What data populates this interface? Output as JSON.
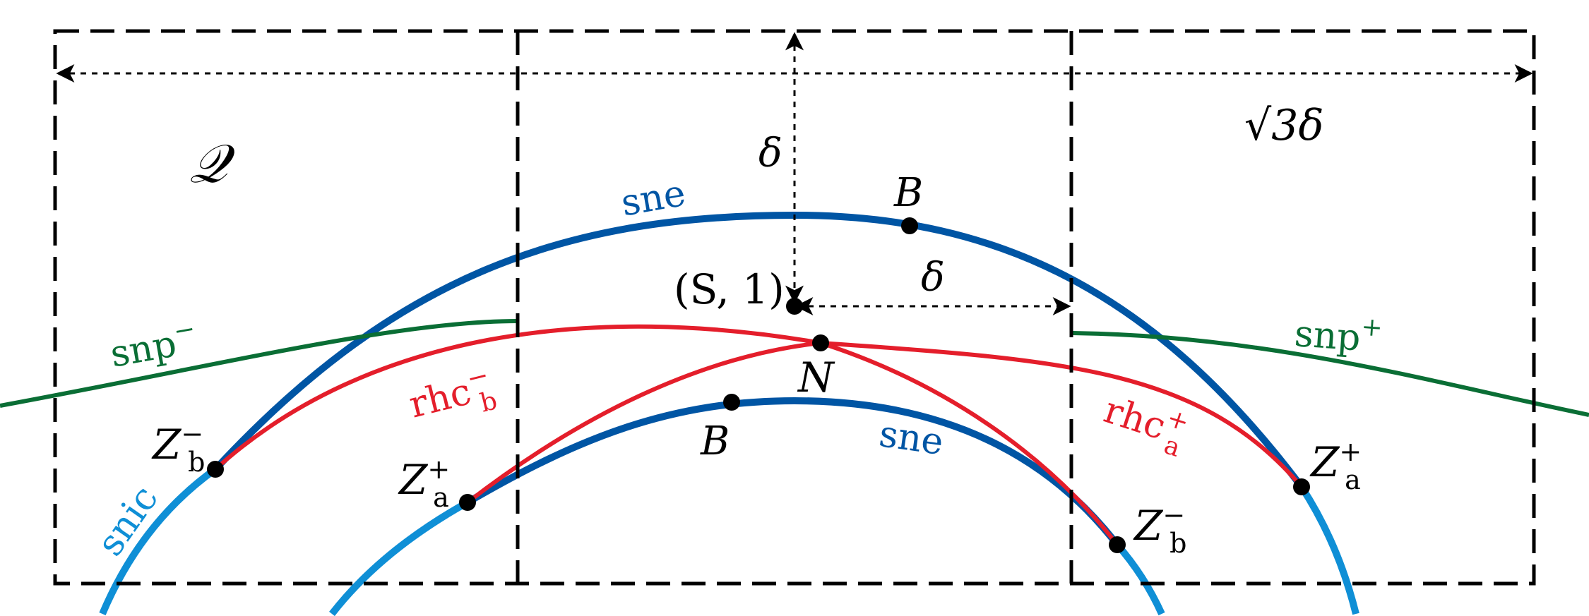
{
  "labels": {
    "region": "𝒬",
    "width": "√3δ",
    "delta_vertical": "δ",
    "delta_horizontal": "δ",
    "saddle_point": "(S, 1)",
    "node": "N",
    "b_upper": "B",
    "b_lower": "B",
    "sne_upper": "sne",
    "sne_lower": "sne",
    "snp_minus": {
      "base": "snp",
      "sup": "−"
    },
    "snp_plus": {
      "base": "snp",
      "sup": "+"
    },
    "rhc_b_minus": {
      "base": "rhc",
      "sub": "b",
      "sup": "−"
    },
    "rhc_a_plus": {
      "base": "rhc",
      "sub": "a",
      "sup": "+"
    },
    "snic": "snic",
    "z_b_minus_left": {
      "base": "Z",
      "sub": "b",
      "sup": "−"
    },
    "z_a_plus_left": {
      "base": "Z",
      "sub": "a",
      "sup": "+"
    },
    "z_b_minus_right": {
      "base": "Z",
      "sub": "b",
      "sup": "−"
    },
    "z_a_plus_right": {
      "base": "Z",
      "sub": "a",
      "sup": "+"
    }
  },
  "colors": {
    "sne": "#0055a4",
    "snic": "#0f8fd6",
    "snp": "#0a6e35",
    "rhc": "#e41e2b",
    "frame": "#000000",
    "text": "#000000"
  }
}
